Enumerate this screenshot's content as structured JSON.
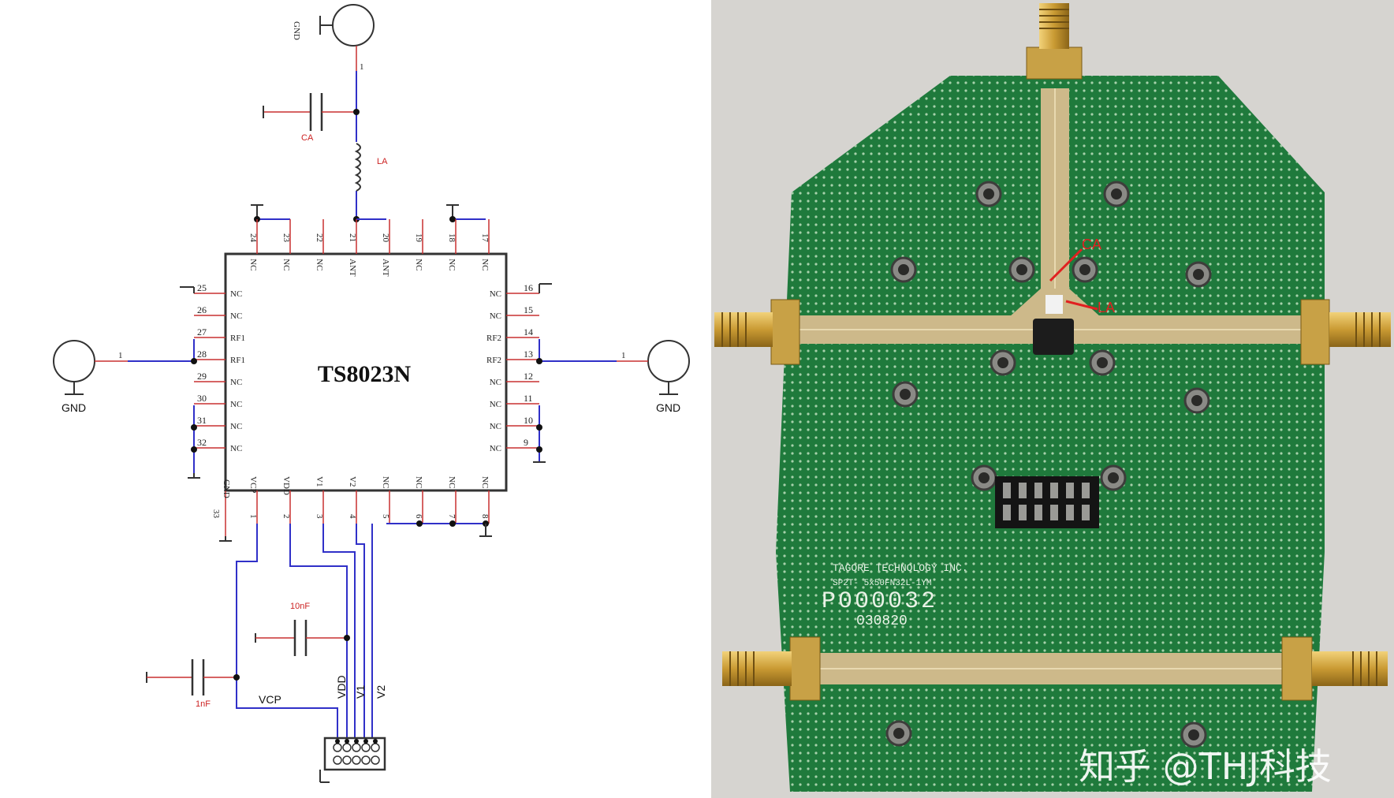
{
  "schematic": {
    "chip_name": "TS8023N",
    "top_pins": [
      {
        "num": "24",
        "name": "NC"
      },
      {
        "num": "23",
        "name": "NC"
      },
      {
        "num": "22",
        "name": "NC"
      },
      {
        "num": "21",
        "name": "ANT"
      },
      {
        "num": "20",
        "name": "ANT"
      },
      {
        "num": "19",
        "name": "NC"
      },
      {
        "num": "18",
        "name": "NC"
      },
      {
        "num": "17",
        "name": "NC"
      }
    ],
    "left_pins": [
      {
        "num": "25",
        "name": "NC"
      },
      {
        "num": "26",
        "name": "NC"
      },
      {
        "num": "27",
        "name": "RF1"
      },
      {
        "num": "28",
        "name": "RF1"
      },
      {
        "num": "29",
        "name": "NC"
      },
      {
        "num": "30",
        "name": "NC"
      },
      {
        "num": "31",
        "name": "NC"
      },
      {
        "num": "32",
        "name": "NC"
      }
    ],
    "right_pins": [
      {
        "num": "16",
        "name": "NC"
      },
      {
        "num": "15",
        "name": "NC"
      },
      {
        "num": "14",
        "name": "RF2"
      },
      {
        "num": "13",
        "name": "RF2"
      },
      {
        "num": "12",
        "name": "NC"
      },
      {
        "num": "11",
        "name": "NC"
      },
      {
        "num": "10",
        "name": "NC"
      },
      {
        "num": "9",
        "name": "NC"
      }
    ],
    "bottom_pins": [
      {
        "num": "1",
        "name": "VCP"
      },
      {
        "num": "2",
        "name": "VDD"
      },
      {
        "num": "3",
        "name": "V1"
      },
      {
        "num": "4",
        "name": "V2"
      },
      {
        "num": "5",
        "name": "NC"
      },
      {
        "num": "6",
        "name": "NC"
      },
      {
        "num": "7",
        "name": "NC"
      },
      {
        "num": "8",
        "name": "NC"
      }
    ],
    "gnd_pin": {
      "num": "33",
      "name": "GND"
    },
    "gnd_labels": [
      "GND",
      "GND",
      "GND"
    ],
    "component_labels": {
      "cap_top": "CA",
      "inductor": "LA",
      "cap_mid": "10nF",
      "cap_left": "1nF"
    },
    "port_pin_labels": [
      "1",
      "1",
      "1"
    ],
    "net_labels": {
      "vcp": "VCP",
      "vdd": "VDD",
      "v1": "V1",
      "v2": "V2"
    },
    "colors": {
      "wire": "#3030c8",
      "lead": "#c83030",
      "body": "#333333"
    }
  },
  "pcb_photo": {
    "company": "TAGORE TECHNOLOGY INC.",
    "part_number": "SP2T- 5x50FN32L-1YM",
    "board_serial": "P000032",
    "date_code": "030820",
    "annotations": [
      "CA",
      "LA"
    ],
    "watermark": "知乎 @THJ科技",
    "colors": {
      "board": "#1f7a3c",
      "trace": "#cdb98a",
      "background": "#d6d4d0"
    }
  }
}
